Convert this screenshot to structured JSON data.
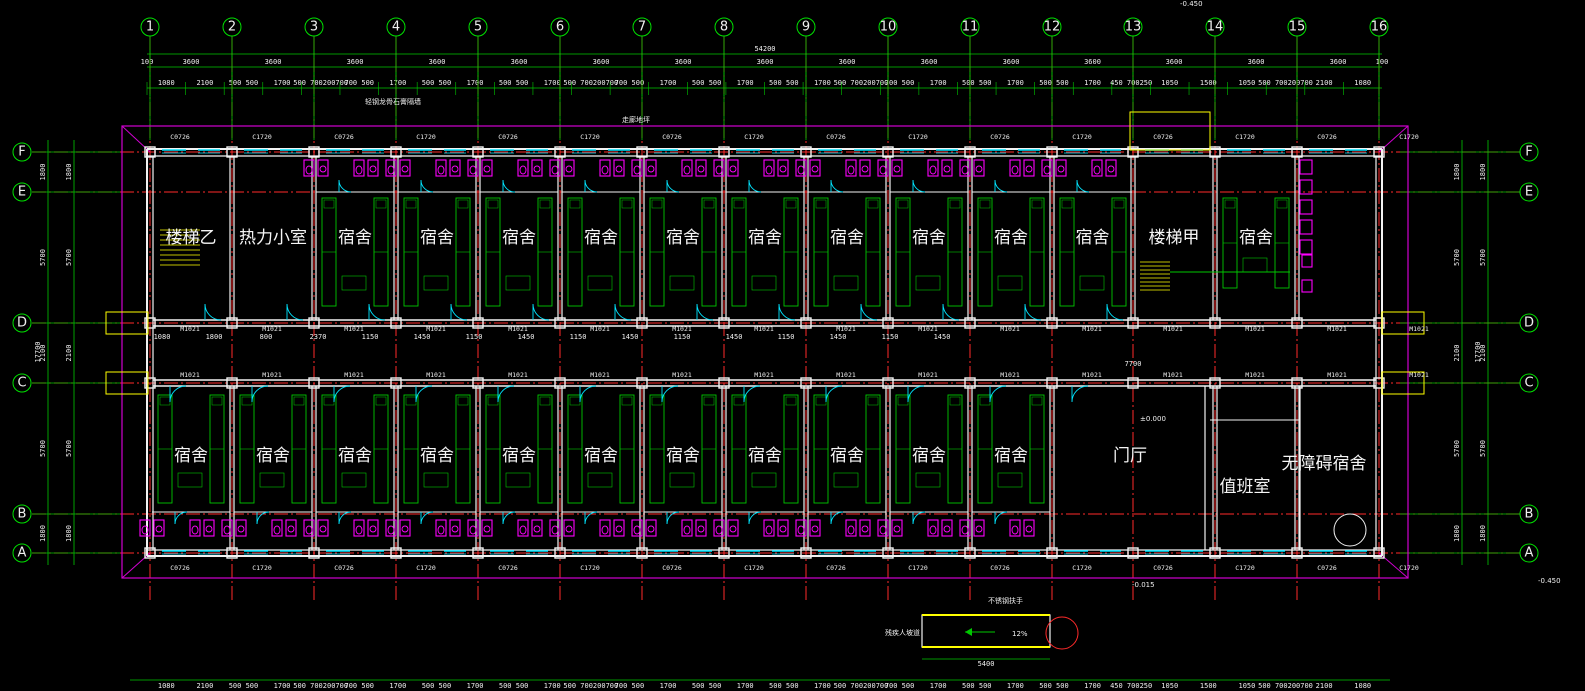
{
  "plan": {
    "col_axes": [
      "1",
      "2",
      "3",
      "4",
      "5",
      "6",
      "7",
      "8",
      "9",
      "10",
      "11",
      "12",
      "13",
      "14",
      "15",
      "16"
    ],
    "row_axes": [
      "F",
      "E",
      "D",
      "C",
      "B",
      "A"
    ],
    "total_dim": "54200",
    "bay_dims": [
      "3600",
      "3600",
      "3600",
      "3600",
      "3600",
      "3600",
      "3600",
      "3600",
      "3600",
      "3600",
      "3600",
      "3600",
      "3600",
      "3600",
      "3600"
    ],
    "detail_dims": [
      "1080",
      "2100",
      "500 500",
      "1700",
      "500 700200700",
      "700 500",
      "1700",
      "500 500",
      "1700",
      "500 500",
      "1700",
      "500 700200700",
      "700 500",
      "1700",
      "500 500",
      "1700",
      "500 500",
      "1700",
      "500 700200700",
      "700 500",
      "1700",
      "500 500",
      "1700",
      "500 500",
      "1700",
      "450 700250",
      "1050",
      "1500",
      "1050",
      "500 700200700",
      "2100",
      "1080"
    ],
    "left_dims": [
      "1800",
      "5700",
      "2100",
      "5700",
      "1800"
    ],
    "left_total": "17700",
    "right_total": "17700",
    "upper_rooms": [
      {
        "label": "楼梯乙",
        "axis": 0
      },
      {
        "label": "热力小室",
        "axis": 1
      },
      {
        "label": "宿舍",
        "axis": 2
      },
      {
        "label": "宿舍",
        "axis": 3
      },
      {
        "label": "宿舍",
        "axis": 4
      },
      {
        "label": "宿舍",
        "axis": 5
      },
      {
        "label": "宿舍",
        "axis": 6
      },
      {
        "label": "宿舍",
        "axis": 7
      },
      {
        "label": "宿舍",
        "axis": 8
      },
      {
        "label": "宿舍",
        "axis": 9
      },
      {
        "label": "宿舍",
        "axis": 10
      },
      {
        "label": "宿舍",
        "axis": 11
      },
      {
        "label": "楼梯甲",
        "axis": 12
      },
      {
        "label": "宿舍",
        "axis": 13
      }
    ],
    "lower_rooms": [
      {
        "label": "宿舍",
        "axis": 0
      },
      {
        "label": "宿舍",
        "axis": 1
      },
      {
        "label": "宿舍",
        "axis": 2
      },
      {
        "label": "宿舍",
        "axis": 3
      },
      {
        "label": "宿舍",
        "axis": 4
      },
      {
        "label": "宿舍",
        "axis": 5
      },
      {
        "label": "宿舍",
        "axis": 6
      },
      {
        "label": "宿舍",
        "axis": 7
      },
      {
        "label": "宿舍",
        "axis": 8
      },
      {
        "label": "宿舍",
        "axis": 9
      },
      {
        "label": "宿舍",
        "axis": 10
      }
    ],
    "lobby_label": "门厅",
    "duty_label": "值班室",
    "accessible_label": "无障碍宿舍",
    "ramp_label": "残疾人坡道",
    "ramp_slope": "12%",
    "ramp_dim": "5400",
    "corridor_dim": "7700",
    "window_tags": [
      "C0726",
      "C1720"
    ],
    "door_tag": "M1021",
    "level_marks": [
      "-0.450",
      "±0.000",
      "-0.015",
      "-0.450"
    ],
    "notes": [
      "轻钢龙骨石膏隔墙",
      "走廊地坪",
      "不锈钢扶手"
    ],
    "colors": {
      "grid": "#00c800",
      "axis_bubble": "#00e000",
      "center_line": "#ff2a2a",
      "wall": "#f2f2f2",
      "window": "#00e5ff",
      "sanitary": "#ff00ff",
      "outline": "#d000d0",
      "furniture": "#00c800",
      "yellow": "#ffff00",
      "text": "#f0f0f0"
    }
  }
}
